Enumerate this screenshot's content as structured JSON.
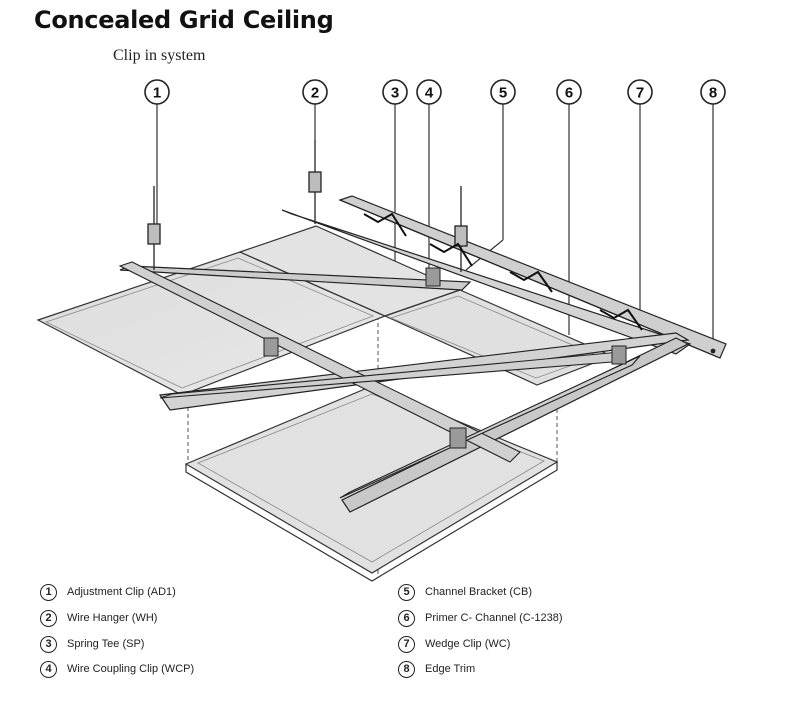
{
  "title": "Concealed Grid Ceiling",
  "subtitle": "Clip in system",
  "callouts": [
    "1",
    "2",
    "3",
    "4",
    "5",
    "6",
    "7",
    "8"
  ],
  "legend": {
    "left": [
      {
        "num": "1",
        "label": "Adjustment Clip (AD1)"
      },
      {
        "num": "2",
        "label": "Wire Hanger (WH)"
      },
      {
        "num": "3",
        "label": "Spring Tee (SP)"
      },
      {
        "num": "4",
        "label": "Wire Coupling Clip (WCP)"
      }
    ],
    "right": [
      {
        "num": "5",
        "label": "Channel Bracket (CB)"
      },
      {
        "num": "6",
        "label": "Primer C- Channel (C-1238)"
      },
      {
        "num": "7",
        "label": "Wedge Clip (WC)"
      },
      {
        "num": "8",
        "label": "Edge Trim"
      }
    ]
  }
}
